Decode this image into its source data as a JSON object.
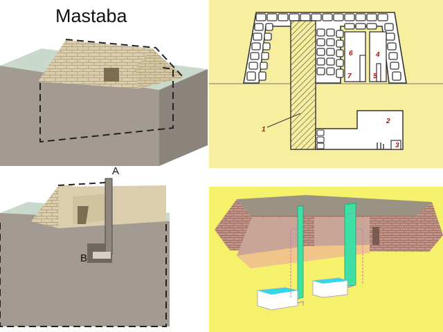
{
  "title": "Mastaba",
  "labels": {
    "a": "A",
    "b": "B"
  },
  "chamber_numbers": [
    "1",
    "2",
    "3",
    "4",
    "5",
    "6",
    "7"
  ],
  "colors": {
    "ground": "#a39b92",
    "ground_side": "#8b847c",
    "ground_top": "#c9d9cc",
    "brick": "#dccdae",
    "mortar": "#b3a57f",
    "section_bg": "#f7eea0",
    "iso_bg": "#f5f16a",
    "iso_wall": "#c39488",
    "iso_shaft": "#3fe0a6",
    "iso_chamber": "#36d6e6"
  }
}
